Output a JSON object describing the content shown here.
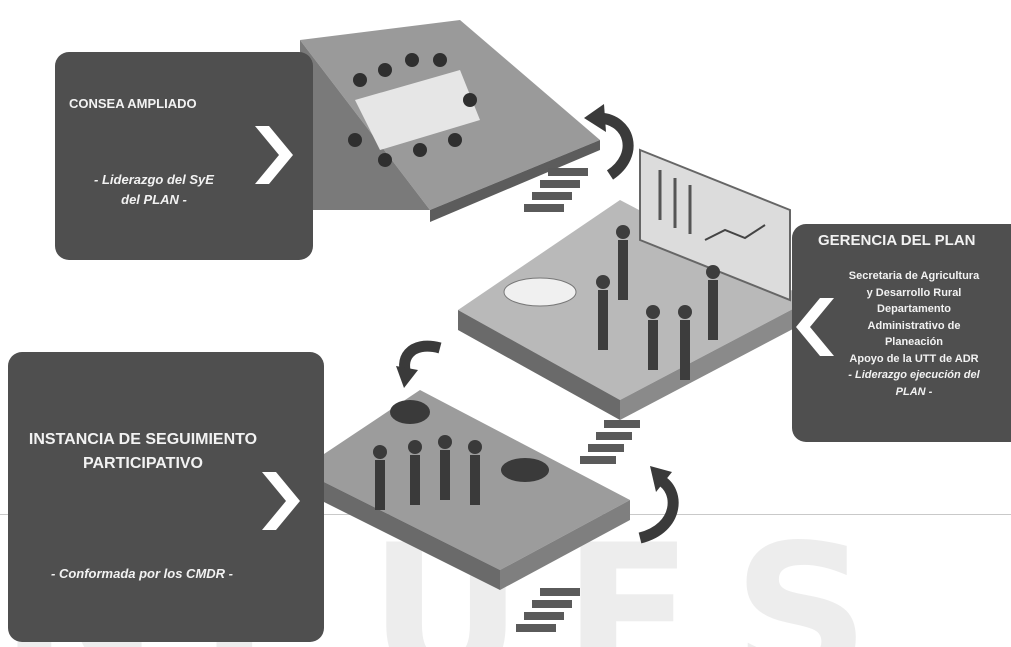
{
  "panels": {
    "consea": {
      "title": "CONSEA AMPLIADO",
      "subtitle_line1": "- Liderazgo  del SyE",
      "subtitle_line2": "del PLAN -"
    },
    "gerencia": {
      "title": "GERENCIA DEL PLAN",
      "lines": [
        "Secretaria de Agricultura",
        "y Desarrollo Rural",
        "Departamento",
        "Administrativo de",
        "Planeación",
        "Apoyo de la  UTT de ADR"
      ],
      "italic_line1": "-  Liderazgo ejecución del",
      "italic_line2": "PLAN -"
    },
    "instancia": {
      "title_line1": "INSTANCIA DE SEGUIMIENTO",
      "title_line2": "PARTICIPATIVO",
      "subtitle": "- Conformada por los CMDR -"
    }
  },
  "watermark_text": "NFUES",
  "colors": {
    "panel": "#4f4f4f",
    "floor_top": "#bdbdbd",
    "floor_side": "#6e6e6e",
    "arrow": "#3a3a3a",
    "chevron": "#ffffff"
  }
}
